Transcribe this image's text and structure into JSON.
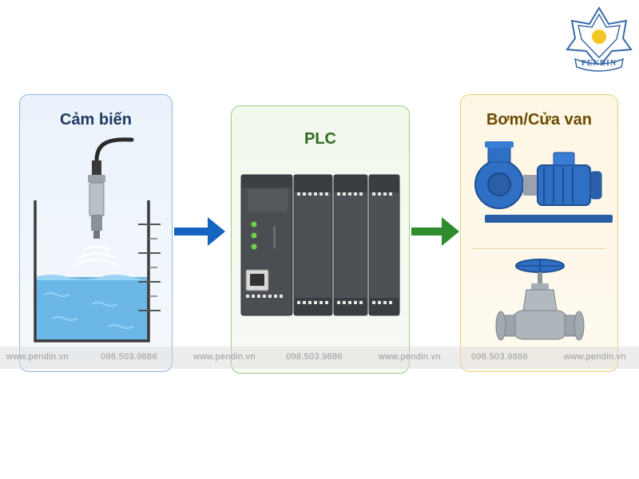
{
  "panels": {
    "sensor": {
      "title": "Cảm biến",
      "border": "#8fb4dc",
      "title_color": "#1e3a5f"
    },
    "plc": {
      "title": "PLC",
      "border": "#9ccc8a",
      "title_color": "#2f6b1e"
    },
    "actuators": {
      "title": "Bơm/Cửa van",
      "border": "#e8cf7c",
      "title_color": "#6b4a00"
    }
  },
  "arrows": {
    "sensor_to_plc": {
      "color": "#1565c0"
    },
    "plc_to_actuators": {
      "color": "#2e8b2e"
    }
  },
  "watermark": {
    "items": [
      "www.pendin.vn",
      "098.503.9886",
      "www.pendin.vn",
      "098.503.9886",
      "www.pendin.vn",
      "098.503.9886",
      "www.pendin.vn"
    ]
  },
  "logo": {
    "text": "PENDIN",
    "icon": "pendin-logo-icon"
  },
  "icons": [
    "level-sensor-icon",
    "tank-icon",
    "plc-icon",
    "pump-icon",
    "valve-icon",
    "arrow-right-icon"
  ]
}
